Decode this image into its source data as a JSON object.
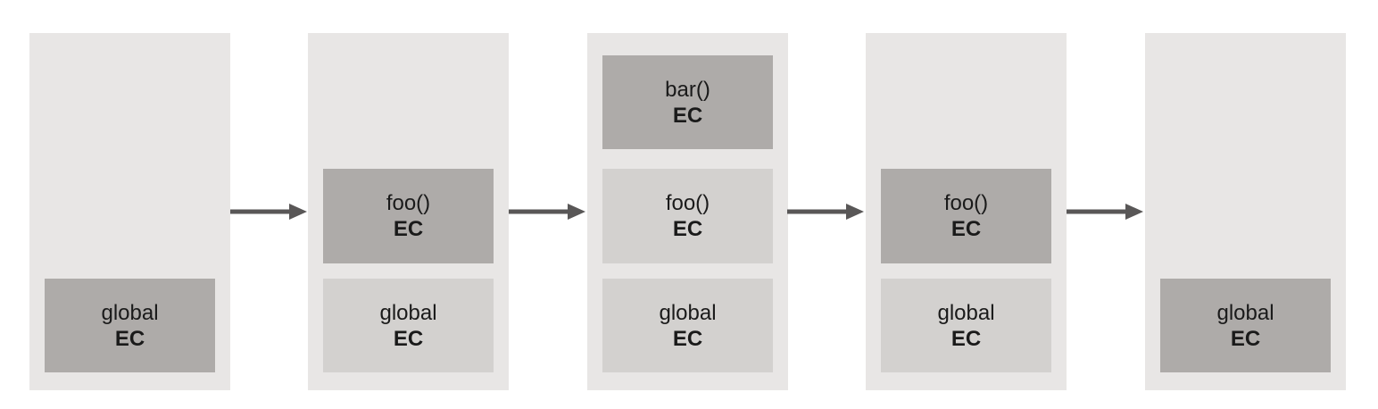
{
  "diagram": {
    "description": "Execution context stack shown at five points in time",
    "colors": {
      "page_bg": "#ffffff",
      "panel_bg": "#e8e6e5",
      "active_box_bg": "#aeaba9",
      "inactive_box_bg": "#d3d1cf",
      "arrow": "#595757",
      "text": "#1a1a1a"
    },
    "frames": [
      {
        "stack": [
          {
            "name": "global",
            "ec": "EC",
            "level": "bottom",
            "active": true
          }
        ]
      },
      {
        "stack": [
          {
            "name": "foo()",
            "ec": "EC",
            "level": "middle",
            "active": true
          },
          {
            "name": "global",
            "ec": "EC",
            "level": "bottom",
            "active": false
          }
        ]
      },
      {
        "stack": [
          {
            "name": "bar()",
            "ec": "EC",
            "level": "top",
            "active": true
          },
          {
            "name": "foo()",
            "ec": "EC",
            "level": "middle",
            "active": false
          },
          {
            "name": "global",
            "ec": "EC",
            "level": "bottom",
            "active": false
          }
        ]
      },
      {
        "stack": [
          {
            "name": "foo()",
            "ec": "EC",
            "level": "middle",
            "active": true
          },
          {
            "name": "global",
            "ec": "EC",
            "level": "bottom",
            "active": false
          }
        ]
      },
      {
        "stack": [
          {
            "name": "global",
            "ec": "EC",
            "level": "bottom",
            "active": true
          }
        ]
      }
    ],
    "arrows": [
      {
        "direction": "right"
      },
      {
        "direction": "right"
      },
      {
        "direction": "right"
      },
      {
        "direction": "right"
      }
    ]
  }
}
